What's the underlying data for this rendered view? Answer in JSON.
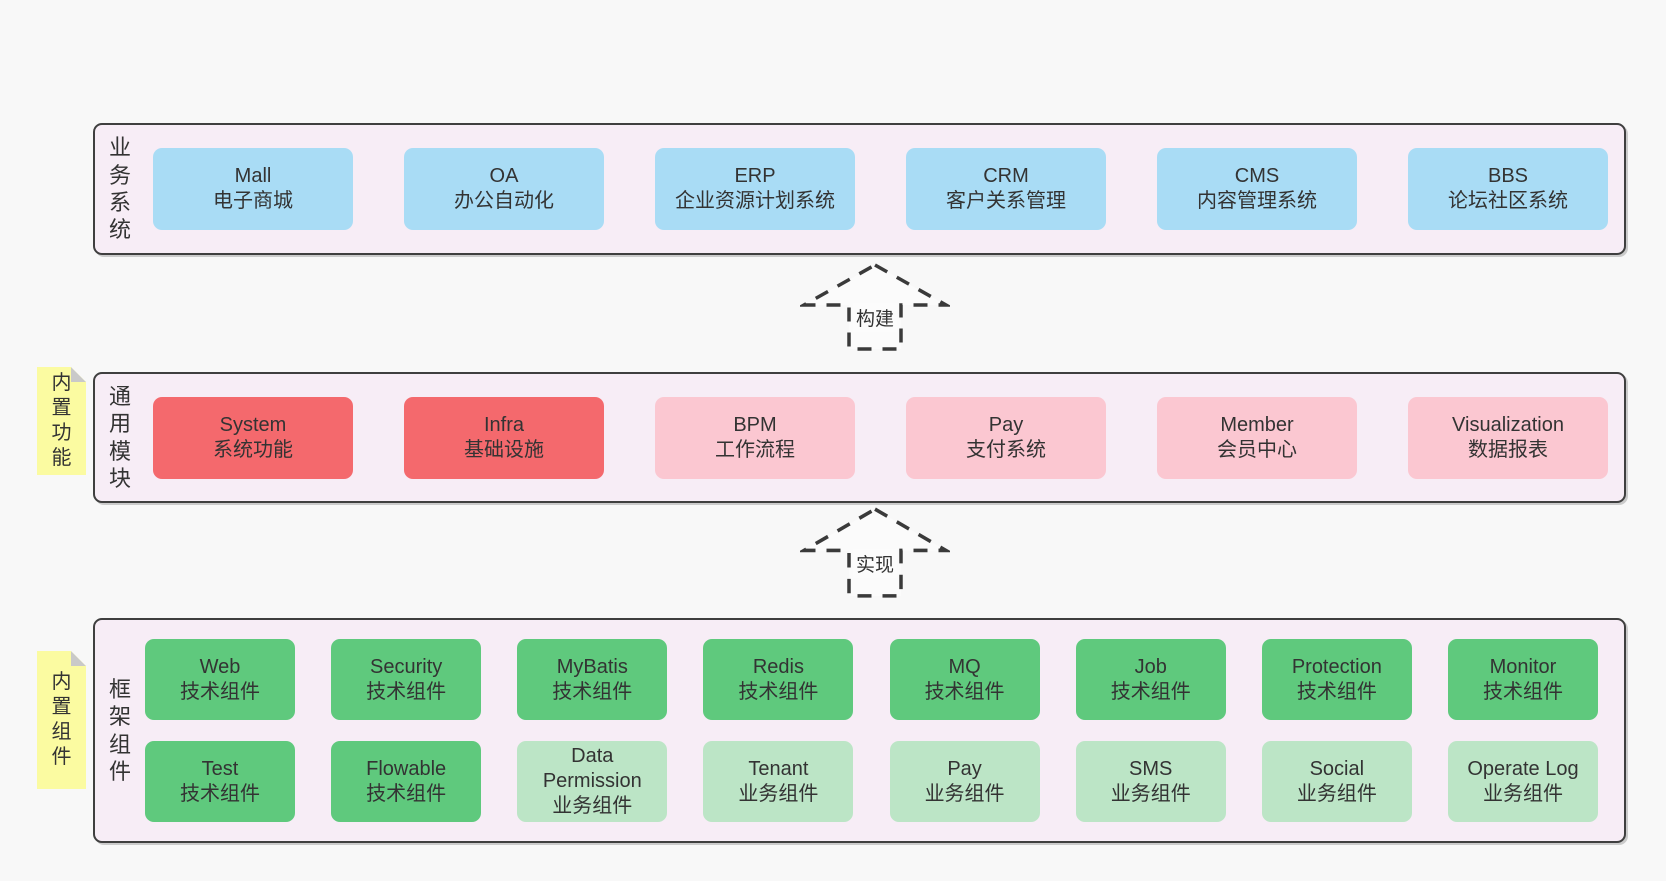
{
  "colors": {
    "page_bg": "#f8f8f8",
    "band_bg": "#f7edf6",
    "band_border": "#3f3f3f",
    "blue": "#a9dcf5",
    "red": "#f4696d",
    "pink": "#fbc7d1",
    "green": "#5fc97d",
    "light_green": "#bce5c6",
    "sticky_yellow": "#fbfba1",
    "text": "#333333"
  },
  "arrows": [
    {
      "label": "构建"
    },
    {
      "label": "实现"
    }
  ],
  "bands": [
    {
      "label": "业务系统",
      "boxes": [
        {
          "en": "Mall",
          "zh": "电子商城"
        },
        {
          "en": "OA",
          "zh": "办公自动化"
        },
        {
          "en": "ERP",
          "zh": "企业资源计划系统"
        },
        {
          "en": "CRM",
          "zh": "客户关系管理"
        },
        {
          "en": "CMS",
          "zh": "内容管理系统"
        },
        {
          "en": "BBS",
          "zh": "论坛社区系统"
        }
      ]
    },
    {
      "label": "通用模块",
      "sticky": "内置功能",
      "boxes": [
        {
          "en": "System",
          "zh": "系统功能"
        },
        {
          "en": "Infra",
          "zh": "基础设施"
        },
        {
          "en": "BPM",
          "zh": "工作流程"
        },
        {
          "en": "Pay",
          "zh": "支付系统"
        },
        {
          "en": "Member",
          "zh": "会员中心"
        },
        {
          "en": "Visualization",
          "zh": "数据报表"
        }
      ]
    },
    {
      "label": "框架组件",
      "sticky": "内置组件",
      "rows": [
        [
          {
            "en": "Web",
            "zh": "技术组件"
          },
          {
            "en": "Security",
            "zh": "技术组件"
          },
          {
            "en": "MyBatis",
            "zh": "技术组件"
          },
          {
            "en": "Redis",
            "zh": "技术组件"
          },
          {
            "en": "MQ",
            "zh": "技术组件"
          },
          {
            "en": "Job",
            "zh": "技术组件"
          },
          {
            "en": "Protection",
            "zh": "技术组件"
          },
          {
            "en": "Monitor",
            "zh": "技术组件"
          }
        ],
        [
          {
            "en": "Test",
            "zh": "技术组件"
          },
          {
            "en": "Flowable",
            "zh": "技术组件"
          },
          {
            "en": "Data Permission",
            "zh": "业务组件"
          },
          {
            "en": "Tenant",
            "zh": "业务组件"
          },
          {
            "en": "Pay",
            "zh": "业务组件"
          },
          {
            "en": "SMS",
            "zh": "业务组件"
          },
          {
            "en": "Social",
            "zh": "业务组件"
          },
          {
            "en": "Operate Log",
            "zh": "业务组件"
          }
        ]
      ]
    }
  ]
}
